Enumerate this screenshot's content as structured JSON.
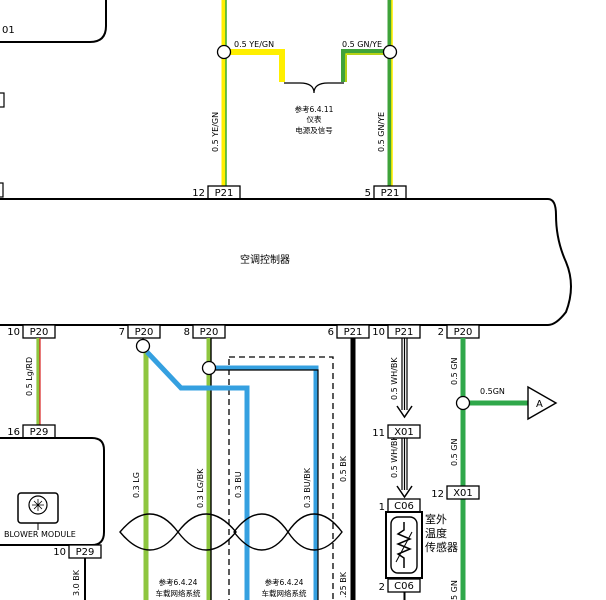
{
  "labels": {
    "top_frag": "01",
    "controller": "空调控制器",
    "blower": "BLOWER MODULE",
    "sensor": [
      "室外",
      "温度",
      "传感器"
    ],
    "offpage": "A"
  },
  "notes": {
    "top": [
      "参考6.4.11",
      "仪表",
      "电源及信号"
    ],
    "bottom1": [
      "参考6.4.24",
      "车载网络系统"
    ],
    "bottom2": [
      "参考6.4.24",
      "车载网络系统"
    ]
  },
  "wires": {
    "ye_gn_top": "0.5 YE/GN",
    "gn_ye_top": "0.5 GN/YE",
    "ye_gn_side": "0.5 YE/GN",
    "gn_ye_side": "0.5 GN/YE",
    "lg_rd": "0.5 Lg/RD",
    "lg": "0.3 LG",
    "lg_bk": "0.3 LG/BK",
    "bu": "0.3 BU",
    "bu_bk": "0.3 BU/BK",
    "bk": "0.5 BK",
    "bk_bottom": ".25 BK",
    "wh_bk_1": "0.5 WH/BK",
    "wh_bk_2": "0.5 WH/BK",
    "gn_1": "0.5 GN",
    "gn_branch": "0.5GN",
    "gn_2": "0.5 GN",
    "gn_3": "5 GN",
    "bk_blower": "3.0 BK"
  },
  "connectors": {
    "top_left": {
      "pin": "12",
      "name": "P21"
    },
    "top_right": {
      "pin": "5",
      "name": "P21"
    },
    "b1": {
      "pin": "10",
      "name": "P20"
    },
    "b2": {
      "pin": "7",
      "name": "P20"
    },
    "b3": {
      "pin": "8",
      "name": "P20"
    },
    "b4": {
      "pin": "6",
      "name": "P21"
    },
    "b5": {
      "pin": "10",
      "name": "P21"
    },
    "b6": {
      "pin": "2",
      "name": "P20"
    },
    "x01a": {
      "pin": "11",
      "name": "X01"
    },
    "x01b": {
      "pin": "12",
      "name": "X01"
    },
    "c06a": {
      "pin": "1",
      "name": "C06"
    },
    "c06b": {
      "pin": "2",
      "name": "C06"
    },
    "p29a": {
      "pin": "16",
      "name": "P29"
    },
    "p29b": {
      "pin": "10",
      "name": "P29"
    }
  }
}
